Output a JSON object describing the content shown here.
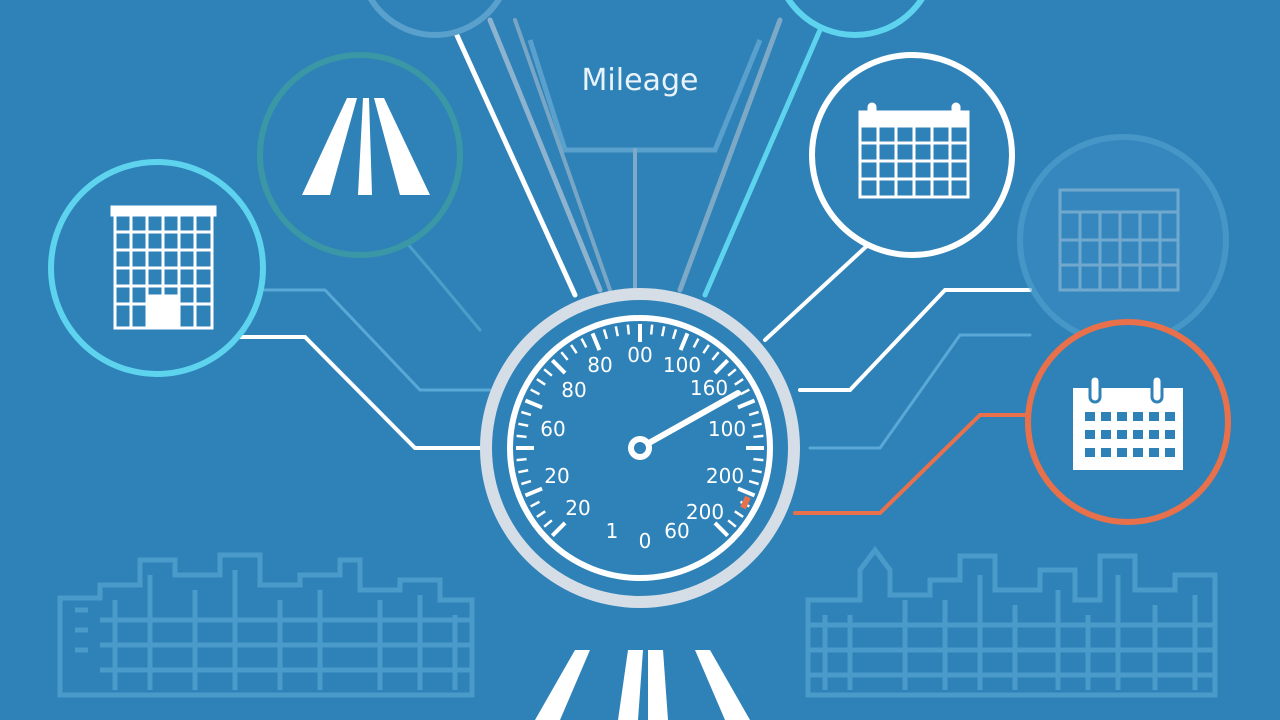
{
  "title": "Mileage",
  "gauge": {
    "labels": [
      "80",
      "00",
      "100",
      "80",
      "160",
      "60",
      "100",
      "20",
      "200",
      "20",
      "200",
      "1",
      "0",
      "60"
    ],
    "needle_reading": "160"
  },
  "icons": [
    "building-icon",
    "road-icon",
    "calendar-icon",
    "calendar-icon",
    "calendar-icon"
  ],
  "colors": {
    "background": "#2f82b8",
    "ring_white": "#ffffff",
    "ring_cyan": "#5dd3ee",
    "ring_teal": "#3aa3a7",
    "ring_orange": "#e8704a",
    "gauge_rim": "#d5dee6",
    "gauge_face": "#2f82b8",
    "skyline": "#4a9ac8"
  }
}
